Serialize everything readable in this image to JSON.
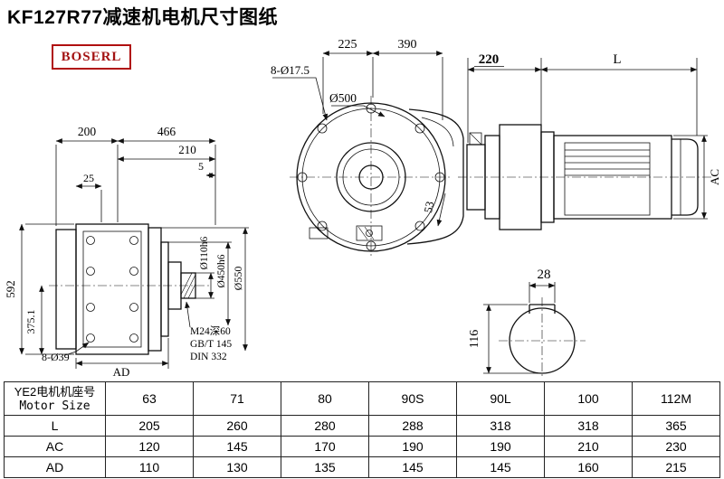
{
  "title": "KF127R77减速机电机尺寸图纸",
  "brand": "BOSERL",
  "front_view": {
    "dim_225": "225",
    "dim_390": "390",
    "bolt_holes": "8-Ø17.5",
    "flange_dia": "Ø500",
    "dim_53": "53"
  },
  "motor_view": {
    "dim_220": "220",
    "dim_L": "L",
    "dim_AC": "AC"
  },
  "side_view": {
    "dim_200": "200",
    "dim_466": "466",
    "dim_210": "210",
    "dim_5": "5",
    "dim_25": "25",
    "dim_592": "592",
    "dim_375": "375.1",
    "holes": "8-Ø39",
    "dim_AD": "AD",
    "shaft_dia": "Ø110h6",
    "spigot_dia": "Ø450h6",
    "flange_dia": "Ø550",
    "tap_hole": "M24深60",
    "std_gb": "GB/T 145",
    "std_din": "DIN 332"
  },
  "shaft_section": {
    "key_width": "28",
    "key_height": "116"
  },
  "table": {
    "col0_line1": "YE2电机机座号",
    "col0_line2": "Motor Size",
    "sizes": [
      "63",
      "71",
      "80",
      "90S",
      "90L",
      "100",
      "112M"
    ],
    "rows": [
      {
        "label": "L",
        "values": [
          "205",
          "260",
          "280",
          "288",
          "318",
          "318",
          "365"
        ]
      },
      {
        "label": "AC",
        "values": [
          "120",
          "145",
          "170",
          "190",
          "190",
          "210",
          "230"
        ]
      },
      {
        "label": "AD",
        "values": [
          "110",
          "130",
          "135",
          "145",
          "145",
          "160",
          "215"
        ]
      }
    ]
  }
}
